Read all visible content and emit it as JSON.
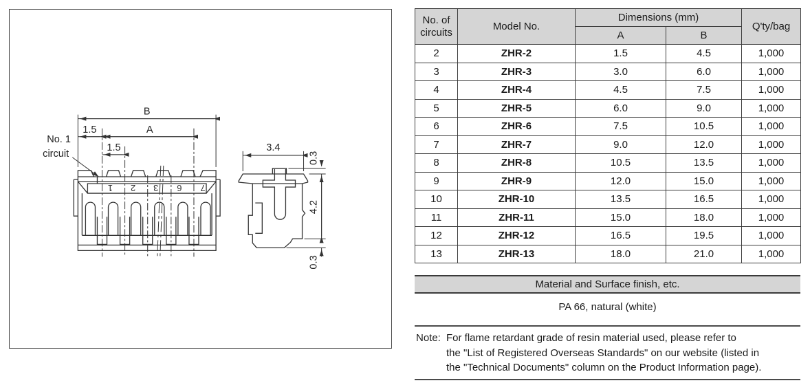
{
  "drawing": {
    "labels": {
      "dim_b": "B",
      "dim_a": "A",
      "dim_1_5_left": "1.5",
      "dim_1_5_pitch": "1.5",
      "no1_line1": "No. 1",
      "no1_line2": "circuit",
      "dim_3_4": "3.4",
      "dim_0_3_top": "0.3",
      "dim_4_2": "4.2",
      "dim_0_3_bottom": "0.3"
    },
    "circuit_numbers": [
      "1",
      "2",
      "3",
      "6",
      "7"
    ]
  },
  "table": {
    "headers": {
      "circuits": "No. of circuits",
      "model": "Model No.",
      "dimensions": "Dimensions (mm)",
      "a": "A",
      "b": "B",
      "qty": "Q'ty/bag"
    },
    "rows": [
      {
        "circuits": "2",
        "model": "ZHR-2",
        "a": "1.5",
        "b": "4.5",
        "qty": "1,000"
      },
      {
        "circuits": "3",
        "model": "ZHR-3",
        "a": "3.0",
        "b": "6.0",
        "qty": "1,000"
      },
      {
        "circuits": "4",
        "model": "ZHR-4",
        "a": "4.5",
        "b": "7.5",
        "qty": "1,000"
      },
      {
        "circuits": "5",
        "model": "ZHR-5",
        "a": "6.0",
        "b": "9.0",
        "qty": "1,000"
      },
      {
        "circuits": "6",
        "model": "ZHR-6",
        "a": "7.5",
        "b": "10.5",
        "qty": "1,000"
      },
      {
        "circuits": "7",
        "model": "ZHR-7",
        "a": "9.0",
        "b": "12.0",
        "qty": "1,000"
      },
      {
        "circuits": "8",
        "model": "ZHR-8",
        "a": "10.5",
        "b": "13.5",
        "qty": "1,000"
      },
      {
        "circuits": "9",
        "model": "ZHR-9",
        "a": "12.0",
        "b": "15.0",
        "qty": "1,000"
      },
      {
        "circuits": "10",
        "model": "ZHR-10",
        "a": "13.5",
        "b": "16.5",
        "qty": "1,000"
      },
      {
        "circuits": "11",
        "model": "ZHR-11",
        "a": "15.0",
        "b": "18.0",
        "qty": "1,000"
      },
      {
        "circuits": "12",
        "model": "ZHR-12",
        "a": "16.5",
        "b": "19.5",
        "qty": "1,000"
      },
      {
        "circuits": "13",
        "model": "ZHR-13",
        "a": "18.0",
        "b": "21.0",
        "qty": "1,000"
      }
    ]
  },
  "material": {
    "header": "Material and Surface finish, etc.",
    "value": "PA 66, natural (white)"
  },
  "note": {
    "label": "Note:",
    "lines": [
      "For flame retardant grade of resin material used, please refer to",
      "the \"List of Registered Overseas Standards\" on our website (listed in",
      "the \"Technical Documents\" column on the Product Information page)."
    ]
  },
  "colors": {
    "header_gray": "#d5d5d5",
    "line_dark": "#3a3a3a"
  }
}
